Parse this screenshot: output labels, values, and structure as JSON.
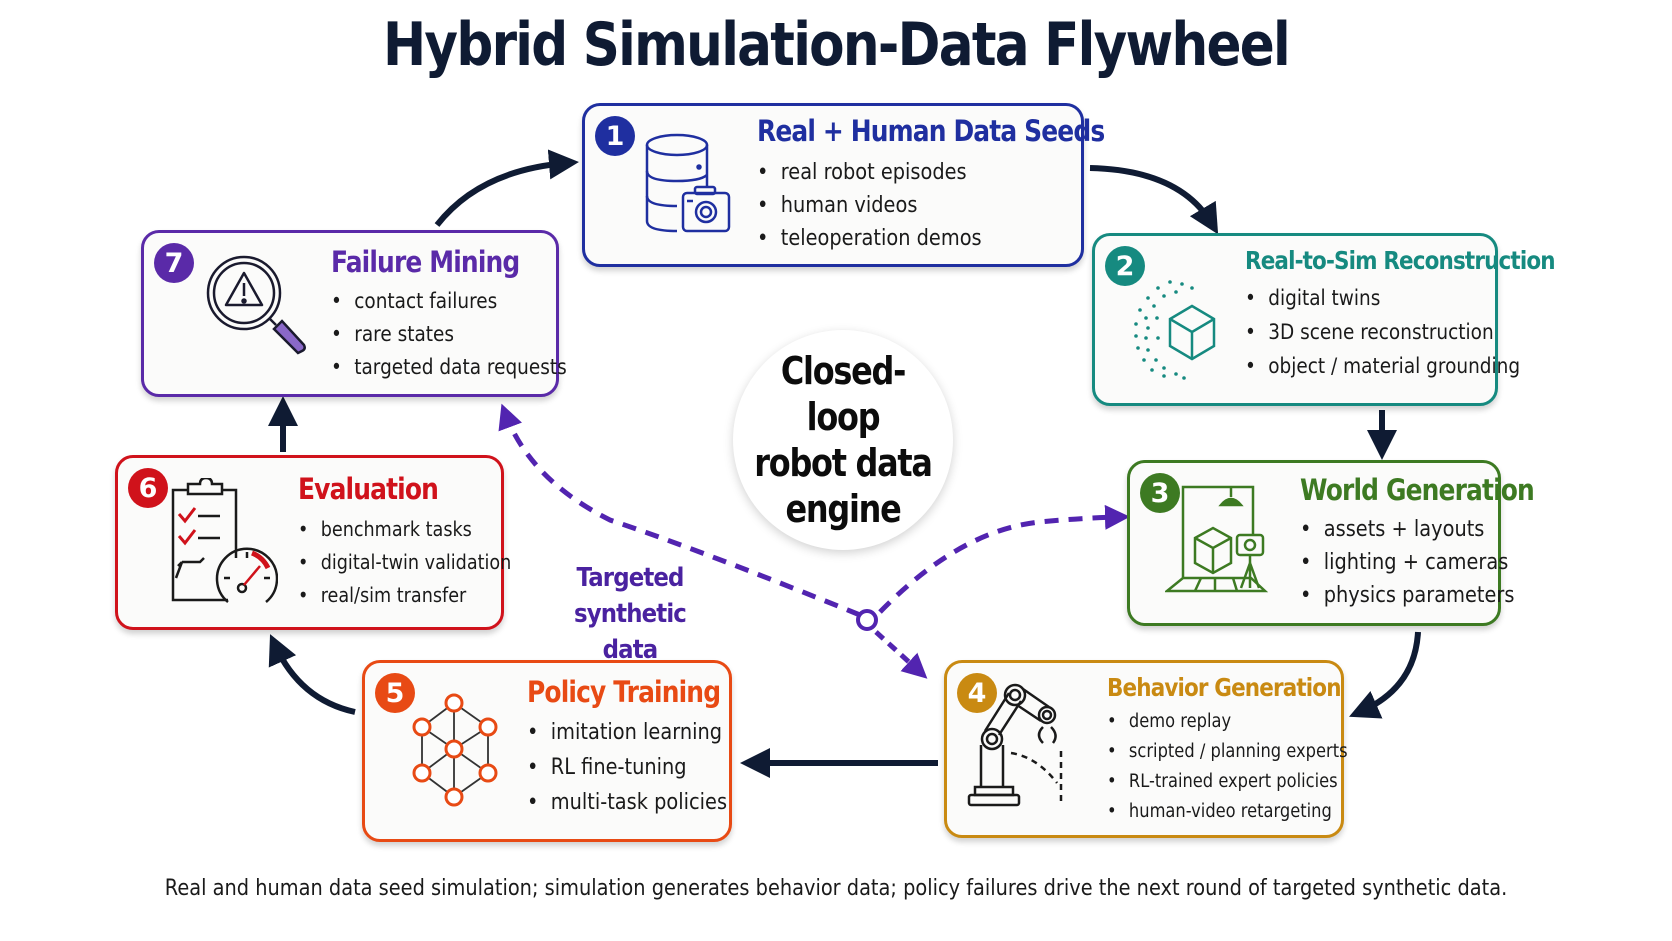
{
  "title": "Hybrid Simulation-Data Flywheel",
  "center_label": [
    "Closed-loop",
    "robot data",
    "engine"
  ],
  "dashed_label": [
    "Targeted",
    "synthetic data"
  ],
  "caption": "Real and human data seed simulation; simulation generates behavior data; policy failures drive the next round of targeted synthetic data.",
  "colors": {
    "stage1": "#1f2fa0",
    "stage2": "#168a80",
    "stage3": "#3d7a22",
    "stage4": "#c98a12",
    "stage5": "#e84a14",
    "stage6": "#d0121b",
    "stage7": "#5a2aa8",
    "arrows": "#0f1b33",
    "dashed": "#5224b0"
  },
  "stages": [
    {
      "number": "1",
      "title": "Real + Human Data Seeds",
      "icon": "database-camera-icon",
      "bullets": [
        "real robot episodes",
        "human videos",
        "teleoperation demos"
      ]
    },
    {
      "number": "2",
      "title": "Real-to-Sim Reconstruction",
      "icon": "point-cloud-cube-icon",
      "bullets": [
        "digital twins",
        "3D scene reconstruction",
        "object / material grounding"
      ]
    },
    {
      "number": "3",
      "title": "World Generation",
      "icon": "scene-studio-icon",
      "bullets": [
        "assets + layouts",
        "lighting + cameras",
        "physics parameters"
      ]
    },
    {
      "number": "4",
      "title": "Behavior Generation",
      "icon": "robot-arm-icon",
      "bullets": [
        "demo replay",
        "scripted / planning experts",
        "RL-trained expert policies",
        "human-video retargeting"
      ]
    },
    {
      "number": "5",
      "title": "Policy Training",
      "icon": "neural-network-icon",
      "bullets": [
        "imitation learning",
        "RL fine-tuning",
        "multi-task policies"
      ]
    },
    {
      "number": "6",
      "title": "Evaluation",
      "icon": "clipboard-gauge-icon",
      "bullets": [
        "benchmark tasks",
        "digital-twin validation",
        "real/sim transfer"
      ]
    },
    {
      "number": "7",
      "title": "Failure Mining",
      "icon": "magnifier-warning-icon",
      "bullets": [
        "contact failures",
        "rare states",
        "targeted data requests"
      ]
    }
  ]
}
